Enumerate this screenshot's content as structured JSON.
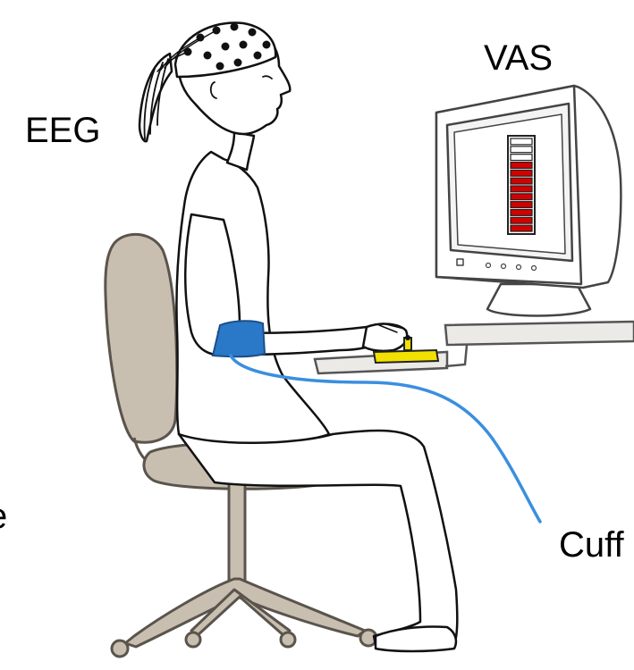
{
  "labels": {
    "eeg": "EEG",
    "vas": "VAS",
    "cuff": "Cuff",
    "left_edge_fragment": "e"
  },
  "vas_scale": {
    "segments_total": 12,
    "segments_filled": 9,
    "filled_color": "#d40000",
    "empty_color": "#ffffff"
  },
  "colors": {
    "cuff": "#2a78c8",
    "tube": "#3a8fdf",
    "chair": "#c9bfb1",
    "chair_outline": "#5a544c",
    "device": "#f2e000",
    "monitor": "#ffffff",
    "screen": "#f4f4f4"
  }
}
